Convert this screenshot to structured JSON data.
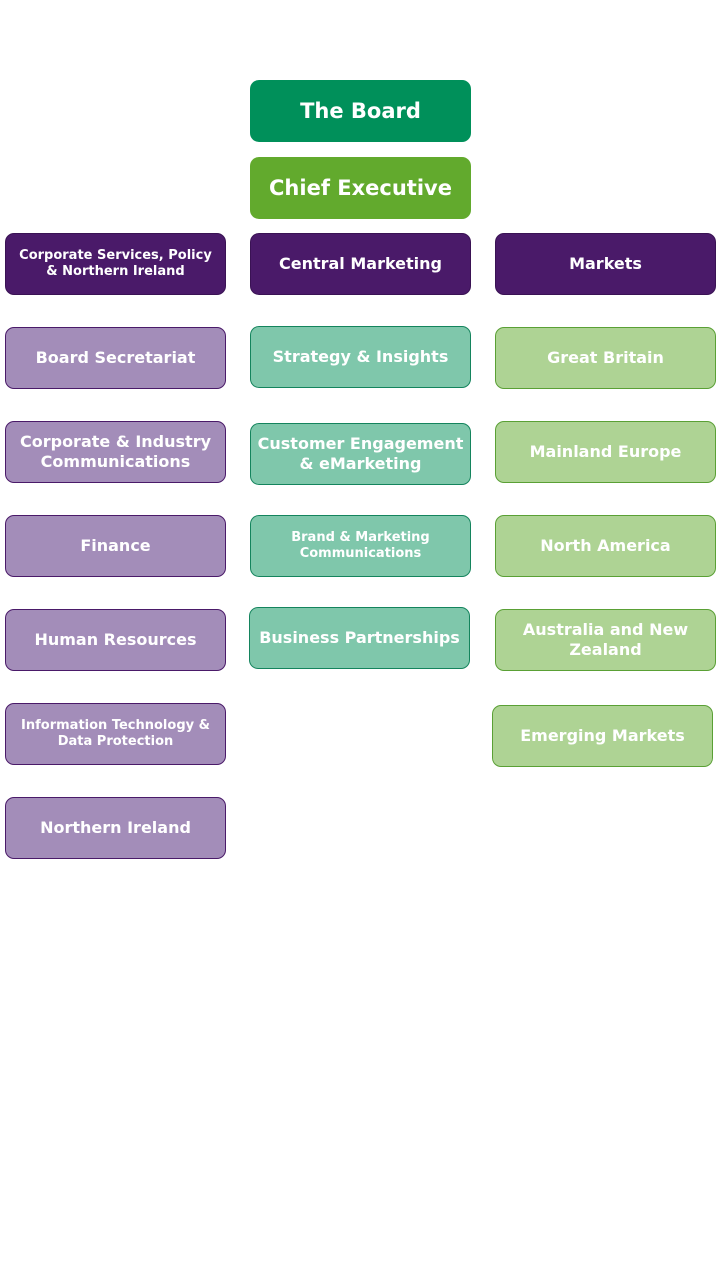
{
  "top": {
    "board": "The Board",
    "chief_executive": "Chief Executive"
  },
  "columns": {
    "corporate": {
      "head": "Corporate Services, Policy & Northern Ireland",
      "items": [
        "Board Secretariat",
        "Corporate & Industry Communications",
        "Finance",
        "Human Resources",
        "Information Technology & Data Protection",
        "Northern Ireland"
      ]
    },
    "central_marketing": {
      "head": "Central Marketing",
      "items": [
        "Strategy & Insights",
        "Customer Engagement & eMarketing",
        "Brand & Marketing Communications",
        "Business Partnerships"
      ]
    },
    "markets": {
      "head": "Markets",
      "items": [
        "Great Britain",
        "Mainland Europe",
        "North America",
        "Australia and New Zealand",
        "Emerging Markets"
      ]
    }
  },
  "colors": {
    "board": "#00905a",
    "chief_executive": "#62aa2d",
    "head_purple": "#4a1a69",
    "light_purple": "#a38db9",
    "teal": "#7fc7ab",
    "light_green": "#aed394"
  }
}
